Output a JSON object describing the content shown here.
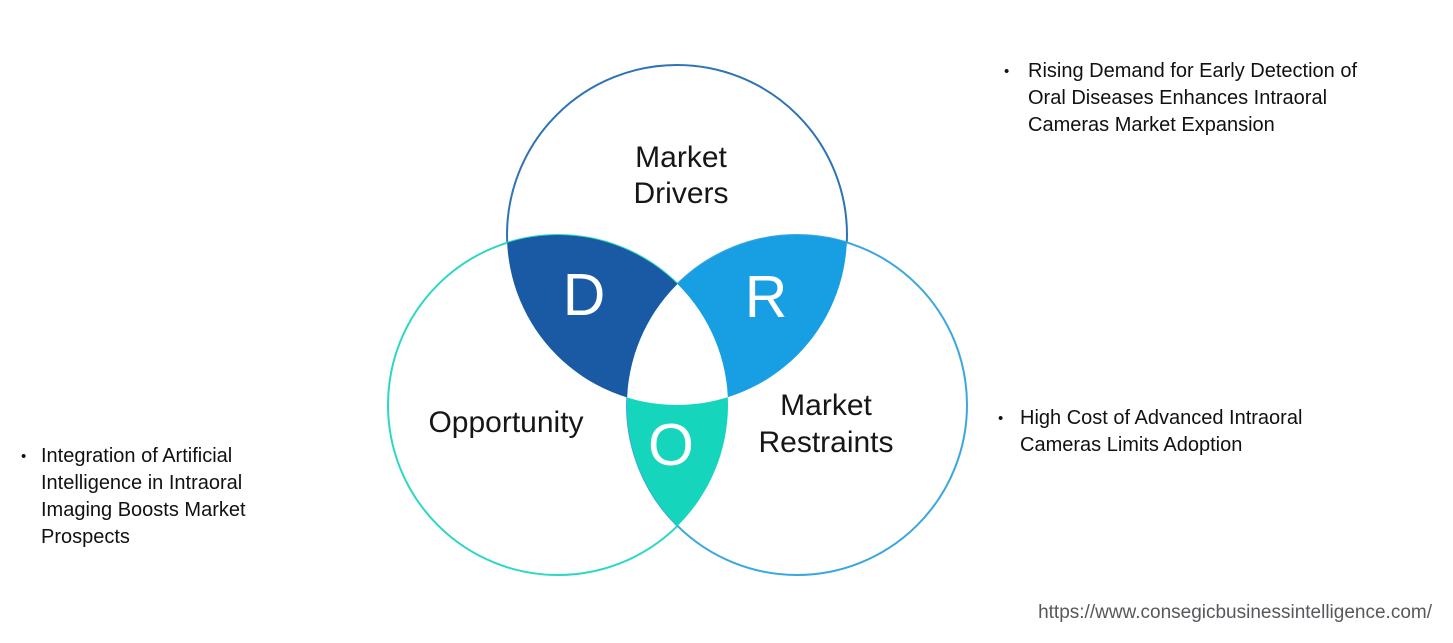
{
  "page": {
    "source_url": "https://www.consegicbusinessintelligence.com/"
  },
  "venn": {
    "circles": [
      {
        "id": "market-drivers",
        "label_lines": [
          "Market",
          "Drivers"
        ],
        "stroke": "#2E74B5"
      },
      {
        "id": "opportunity",
        "label_lines": [
          "Opportunity"
        ],
        "stroke": "#2CD8C4"
      },
      {
        "id": "market-restraints",
        "label_lines": [
          "Market",
          "Restraints"
        ],
        "stroke": "#3BA7E1"
      }
    ],
    "overlaps": [
      {
        "id": "drivers-opportunity",
        "letter": "D",
        "fill": "#1A5AA5"
      },
      {
        "id": "drivers-restraints",
        "letter": "R",
        "fill": "#189FE3"
      },
      {
        "id": "opportunity-restraints",
        "letter": "O",
        "fill": "#15D5BD"
      }
    ]
  },
  "annotations": {
    "bullet_glyph": "•",
    "drivers_note": {
      "lines": [
        "Rising Demand for Early Detection of",
        "Oral Diseases Enhances Intraoral",
        "Cameras Market Expansion"
      ]
    },
    "restraints_note": {
      "lines": [
        "High Cost of Advanced Intraoral",
        "Cameras Limits Adoption"
      ]
    },
    "opportunity_note": {
      "lines": [
        "Integration of Artificial",
        "Intelligence in Intraoral",
        "Imaging Boosts Market",
        "Prospects"
      ]
    }
  }
}
